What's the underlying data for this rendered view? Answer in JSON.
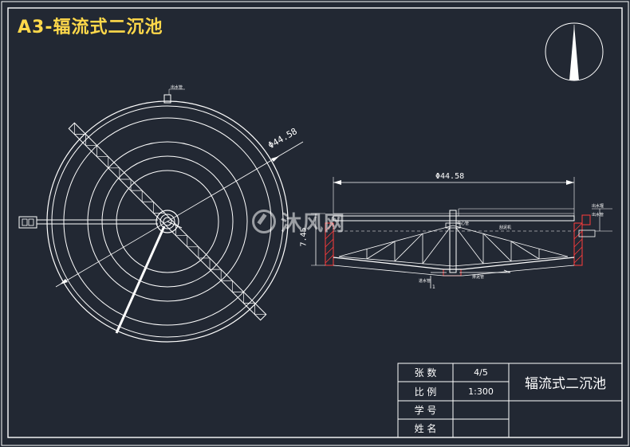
{
  "title": "A3-辐流式二沉池",
  "watermark": "沐风网",
  "plan_view": {
    "diameter_label": "Φ44.58",
    "outlet_label": "出水管"
  },
  "section_view": {
    "diameter_label": "Φ44.58",
    "depth_label": "7.45",
    "labels": {
      "center_pipe": "中心管",
      "scraper": "刮泥机",
      "outlet_weir": "出水堰",
      "outlet": "出水管",
      "inlet": "进水管",
      "sludge": "排泥管",
      "slope": "1"
    }
  },
  "title_block": {
    "sheets_label": "张 数",
    "sheets_value": "4/5",
    "scale_label": "比 例",
    "scale_value": "1:300",
    "student_id_label": "学 号",
    "name_label": "姓 名",
    "drawing_name": "辐流式二沉池"
  },
  "colors": {
    "background": "#222833",
    "line": "#ffffff",
    "hatch": "#ff3b3b",
    "title": "#ffd84a",
    "cyan": "#7fd7ff"
  }
}
